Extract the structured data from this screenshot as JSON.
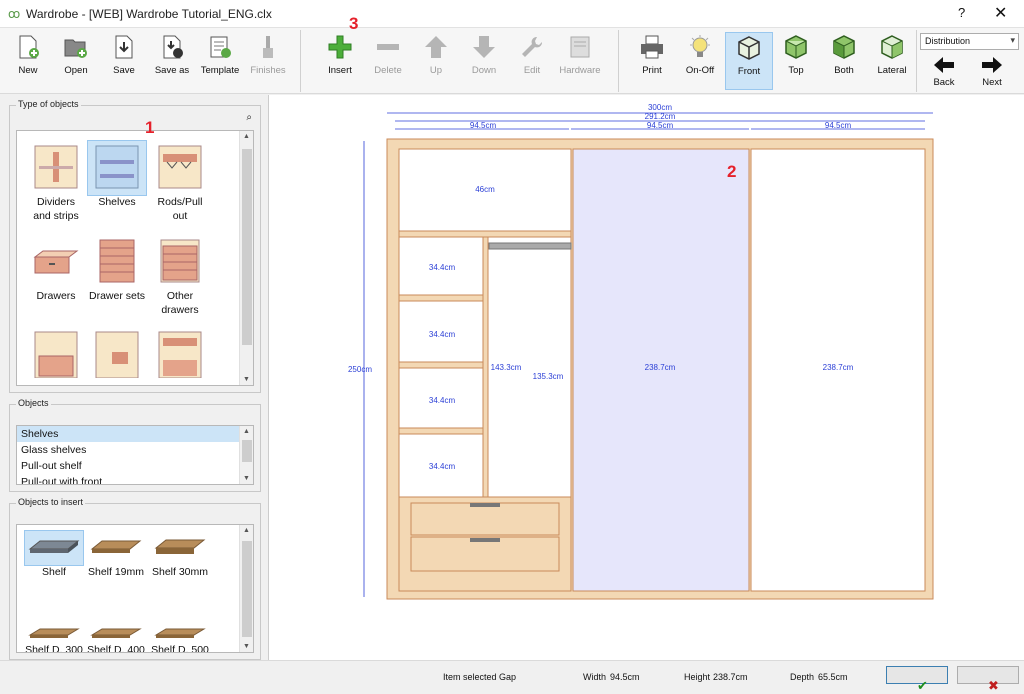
{
  "window": {
    "title": "Wardrobe - [WEB] Wardrobe Tutorial_ENG.clx",
    "help": "?",
    "close": "✕"
  },
  "toolbar": {
    "new": "New",
    "open": "Open",
    "save": "Save",
    "save_as": "Save as",
    "template": "Template",
    "finishes": "Finishes",
    "insert": "Insert",
    "delete": "Delete",
    "up": "Up",
    "down": "Down",
    "edit": "Edit",
    "hardware": "Hardware",
    "print": "Print",
    "on_off": "On-Off",
    "front": "Front",
    "top": "Top",
    "both": "Both",
    "lateral": "Lateral",
    "distribution": "Distribution",
    "back": "Back",
    "next": "Next"
  },
  "type_of_objects": {
    "legend": "Type of objects",
    "items": [
      {
        "label": "Dividers and strips"
      },
      {
        "label": "Shelves"
      },
      {
        "label": "Rods/Pull out"
      },
      {
        "label": "Drawers"
      },
      {
        "label": "Drawer sets"
      },
      {
        "label": "Other drawers"
      }
    ]
  },
  "objects": {
    "legend": "Objects",
    "items": [
      "Shelves",
      "Glass shelves",
      "Pull-out shelf",
      "Pull-out with front"
    ]
  },
  "objects_to_insert": {
    "legend": "Objects to insert",
    "items": [
      "Shelf",
      "Shelf 19mm",
      "Shelf 30mm",
      "Shelf D. 300",
      "Shelf D. 400",
      "Shelf D. 500"
    ]
  },
  "dimensions": {
    "total_width": "300cm",
    "inner_width": "291.2cm",
    "col1": "94.5cm",
    "col2": "94.5cm",
    "col3": "94.5cm",
    "height": "250cm",
    "top_compartment": "46cm",
    "shelf1": "34.4cm",
    "shelf2": "34.4cm",
    "shelf3": "34.4cm",
    "shelf4": "34.4cm",
    "hanging_outer": "143.3cm",
    "hanging_inner": "135.3cm",
    "gap1": "238.7cm",
    "gap2": "238.7cm"
  },
  "markers": {
    "m1": "1",
    "m2": "2",
    "m3": "3"
  },
  "status": {
    "item_selected_label": "Item selected",
    "item_selected_value": "Gap",
    "width_label": "Width",
    "width_value": "94.5cm",
    "height_label": "Height",
    "height_value": "238.7cm",
    "depth_label": "Depth",
    "depth_value": "65.5cm",
    "ok": "✔",
    "cancel": "✖"
  },
  "colors": {
    "wood": "#f3d8b4",
    "wood_edge": "#c98a5a",
    "selected_gap": "#e6e6fb",
    "dimension_line": "#2b3fd6",
    "marker": "#e5212b"
  }
}
